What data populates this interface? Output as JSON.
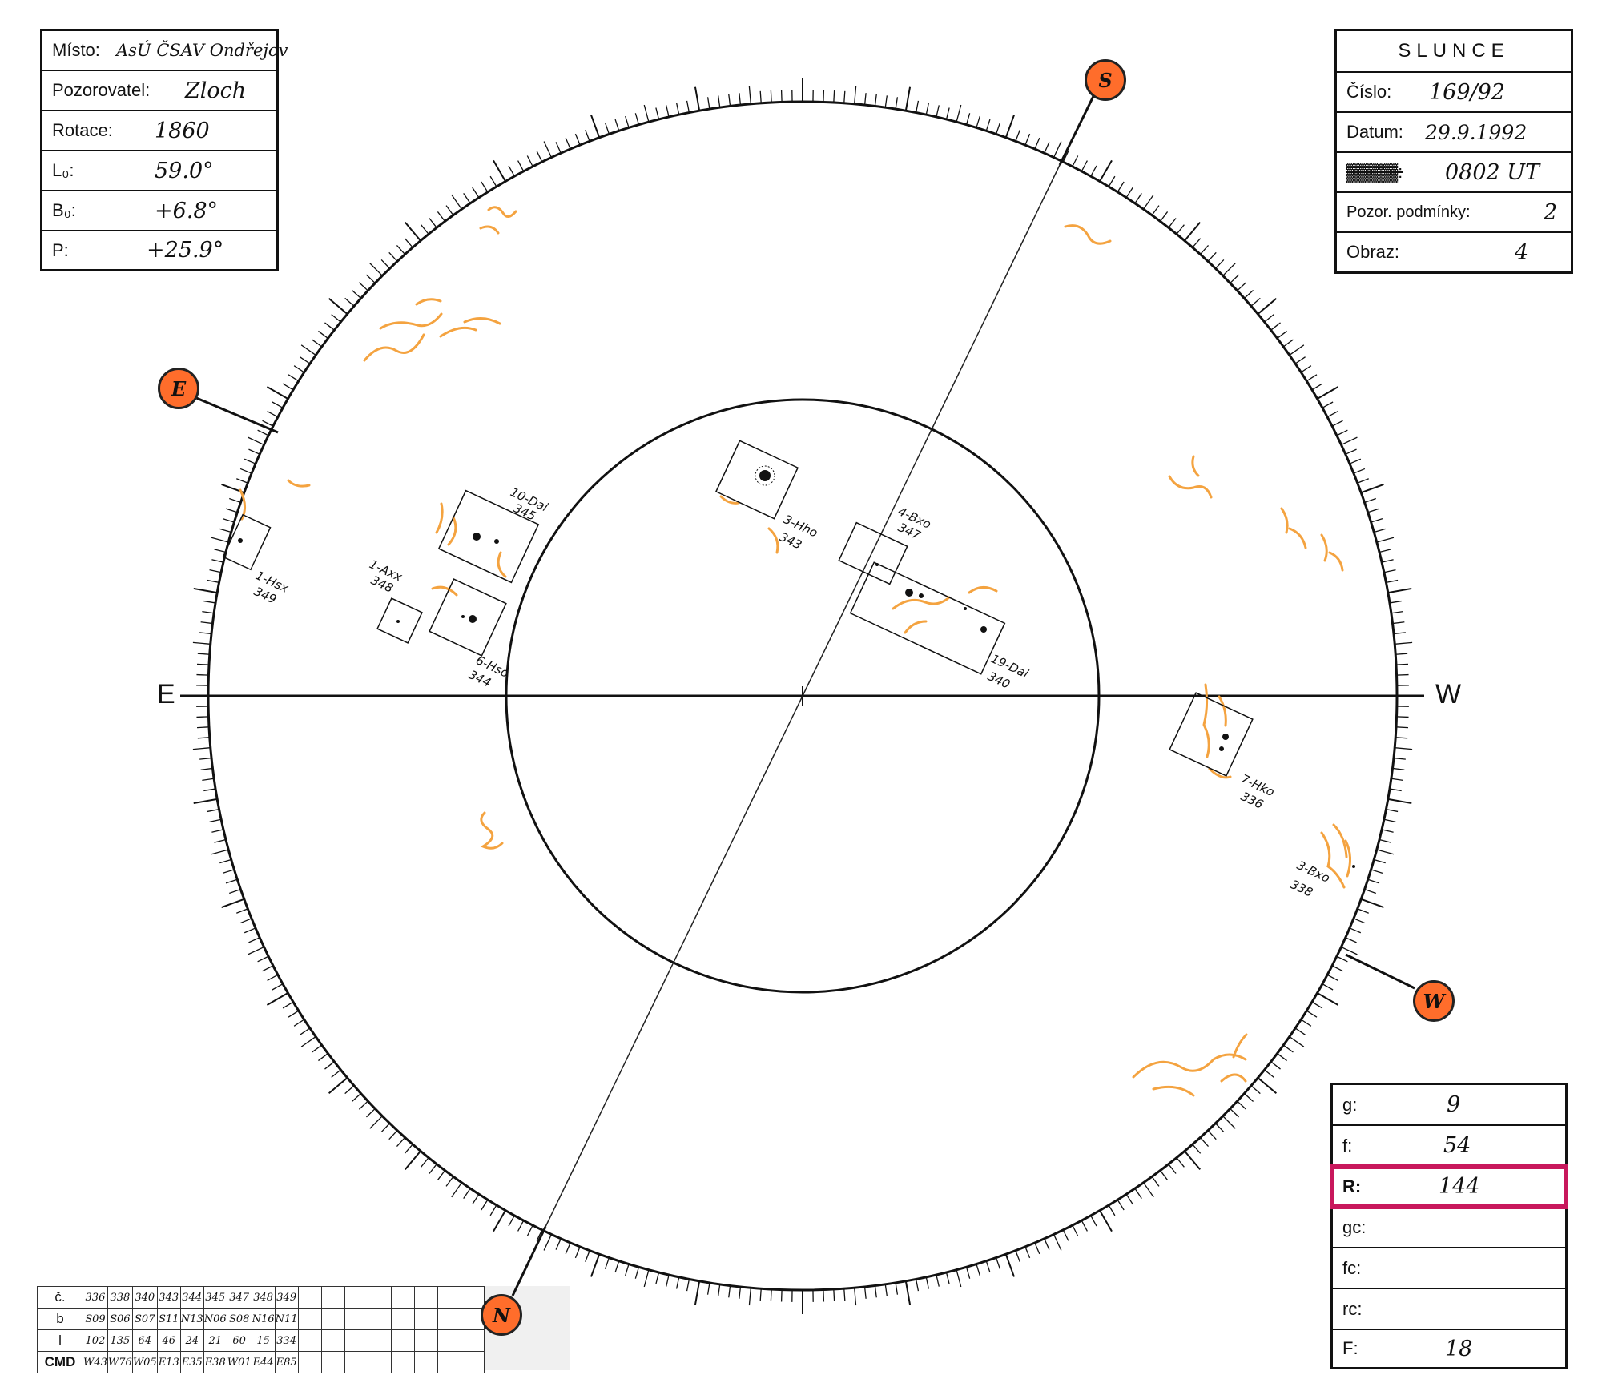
{
  "left_box": {
    "rows": [
      {
        "label": "Místo:",
        "value": "AsÚ ČSAV Ondřejov"
      },
      {
        "label": "Pozorovatel:",
        "value": "Zloch"
      },
      {
        "label": "Rotace:",
        "value": "1860"
      },
      {
        "label": "L₀:",
        "value": "59.0°"
      },
      {
        "label": "B₀:",
        "value": "+6.8°"
      },
      {
        "label": "P:",
        "value": "+25.9°"
      }
    ]
  },
  "right_box": {
    "title": "SLUNCE",
    "rows": [
      {
        "label": "Číslo:",
        "value": "169/92"
      },
      {
        "label": "Datum:",
        "value": "29.9.1992"
      },
      {
        "label": "",
        "value": "0802 UT"
      },
      {
        "label": "Pozor. podmínky:",
        "value": "2"
      },
      {
        "label": "Obraz:",
        "value": "4"
      }
    ]
  },
  "stats_box": {
    "rows": [
      {
        "label": "g:",
        "value": "9"
      },
      {
        "label": "f:",
        "value": "54"
      },
      {
        "label": "R:",
        "value": "144"
      },
      {
        "label": "gc:",
        "value": ""
      },
      {
        "label": "fc:",
        "value": ""
      },
      {
        "label": "rc:",
        "value": ""
      },
      {
        "label": "F:",
        "value": "18"
      }
    ],
    "highlight_color": "#c8185c"
  },
  "compass": {
    "east": "E",
    "west": "W"
  },
  "badges": {
    "south": "S",
    "east": "E",
    "west": "W",
    "north": "N",
    "color": "#ff6d2b"
  },
  "groups": [
    {
      "name": "1-Hsx",
      "num": "349"
    },
    {
      "name": "1-Axx",
      "num": "348"
    },
    {
      "name": "10-Dai",
      "num": "345"
    },
    {
      "name": "6-Hso",
      "num": "344"
    },
    {
      "name": "3-Hho",
      "num": "343"
    },
    {
      "name": "4-Bxo",
      "num": "347"
    },
    {
      "name": "19-Dai",
      "num": "340"
    },
    {
      "name": "7-Hko",
      "num": "336"
    },
    {
      "name": "3-Bxo",
      "num": "338"
    }
  ],
  "table": {
    "headers": [
      "č.",
      "b",
      "l",
      "CMD"
    ],
    "rows": [
      [
        "336",
        "338",
        "340",
        "343",
        "344",
        "345",
        "347",
        "348",
        "349"
      ],
      [
        "S09",
        "S06",
        "S07",
        "S11",
        "N13",
        "N06",
        "S08",
        "N16",
        "N11"
      ],
      [
        "102",
        "135",
        "64",
        "46",
        "24",
        "21",
        "60",
        "15",
        "334"
      ],
      [
        "W43",
        "W76",
        "W05",
        "E13",
        "E35",
        "E38",
        "W01",
        "E44",
        "E85"
      ]
    ],
    "empty_cols": 8
  },
  "plage_color": "#f4a340"
}
